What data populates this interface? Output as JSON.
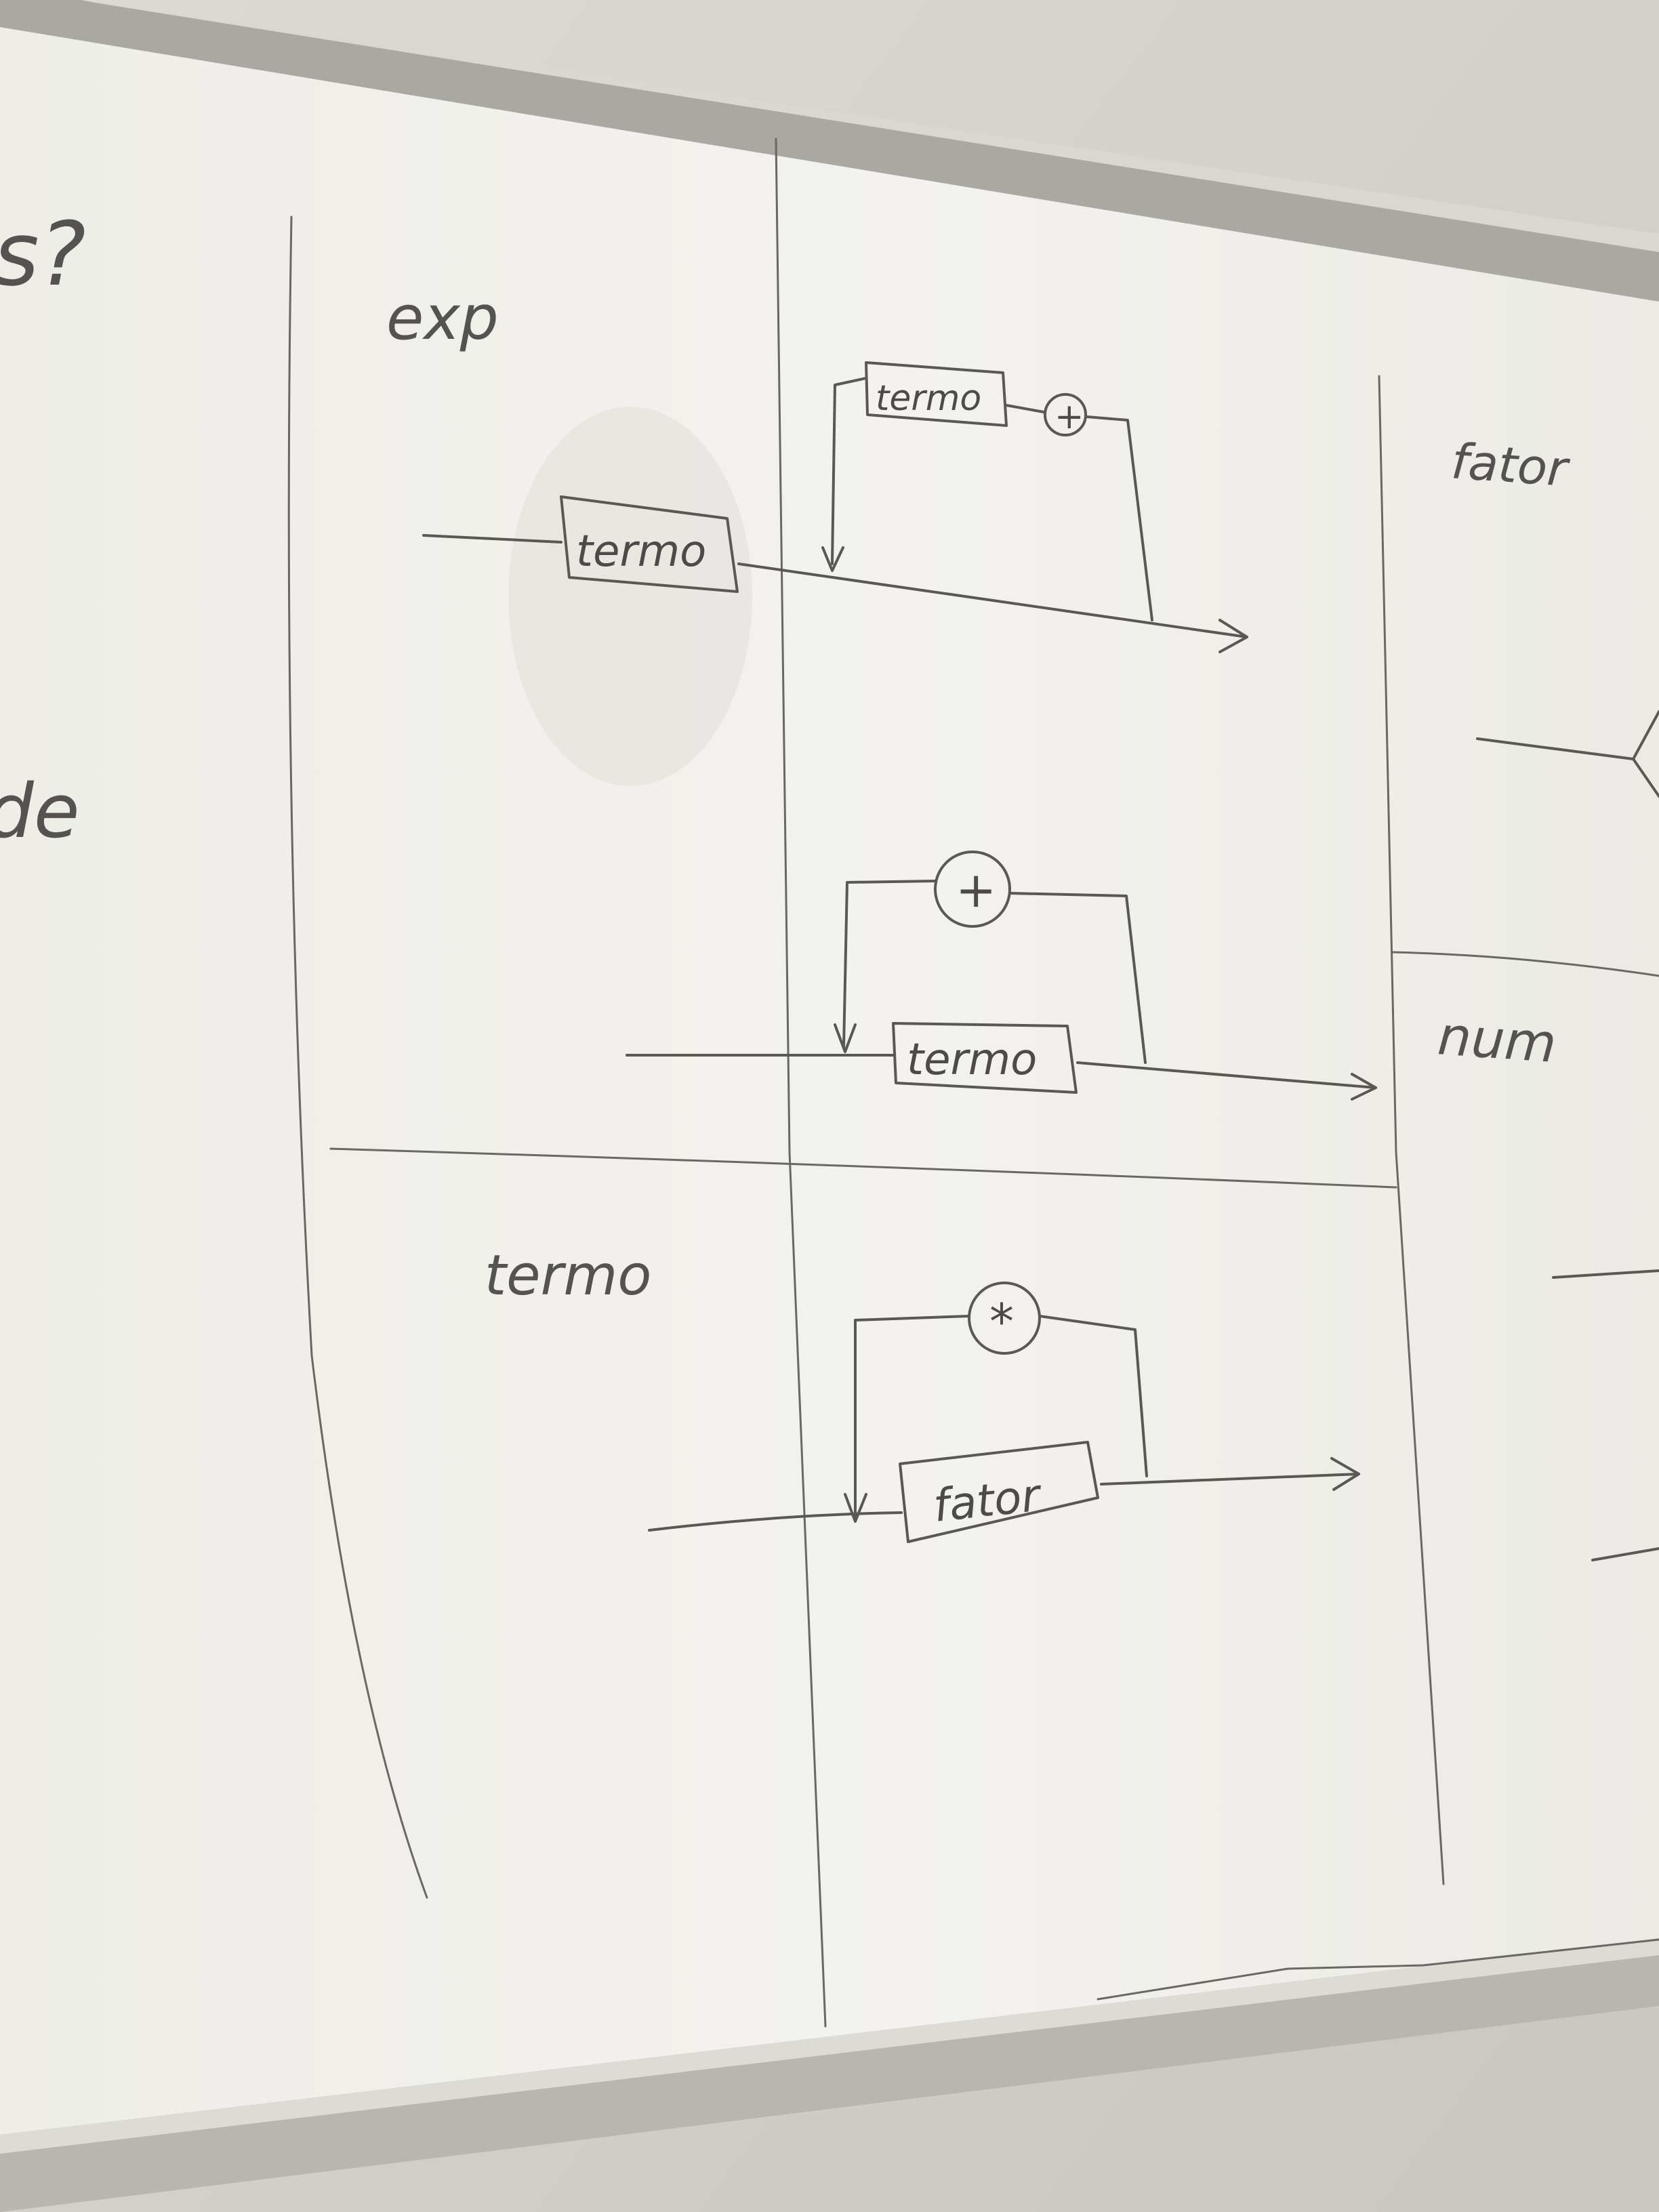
{
  "board": {
    "left_fragments": [
      "s?",
      "de"
    ],
    "sections": {
      "exp": {
        "title": "exp"
      },
      "termo": {
        "title": "termo"
      },
      "fator": {
        "title": "fator"
      },
      "num": {
        "title": "num"
      }
    },
    "diagrams": {
      "exp_top": {
        "box_main": "termo",
        "box_loop": "termo",
        "operator": "+"
      },
      "exp_alt": {
        "box": "termo",
        "operator": "+"
      },
      "termo": {
        "box": "fator",
        "operator": "*"
      }
    }
  }
}
